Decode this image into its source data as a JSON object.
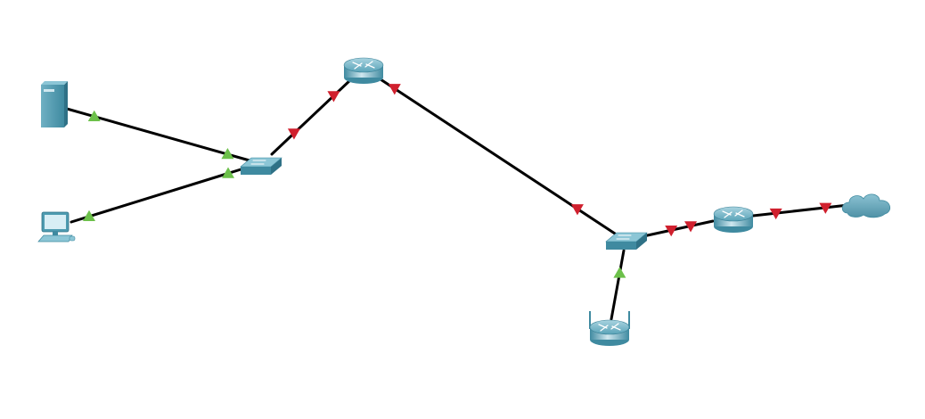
{
  "topology": {
    "devices": [
      {
        "id": "server",
        "type": "server",
        "icon": "server-icon"
      },
      {
        "id": "pc",
        "type": "pc",
        "icon": "pc-icon"
      },
      {
        "id": "switch-left",
        "type": "switch",
        "icon": "switch-icon"
      },
      {
        "id": "router-top",
        "type": "router",
        "icon": "router-icon"
      },
      {
        "id": "switch-right",
        "type": "switch",
        "icon": "switch-icon"
      },
      {
        "id": "router-right",
        "type": "router",
        "icon": "router-icon"
      },
      {
        "id": "cloud",
        "type": "cloud",
        "icon": "cloud-icon"
      },
      {
        "id": "wireless-router",
        "type": "wireless-router",
        "icon": "wireless-router-icon"
      }
    ],
    "links": [
      {
        "from": "server",
        "to": "switch-left",
        "status": [
          "up",
          "up"
        ]
      },
      {
        "from": "pc",
        "to": "switch-left",
        "status": [
          "up",
          "up"
        ]
      },
      {
        "from": "switch-left",
        "to": "router-top",
        "status": [
          "down",
          "down"
        ]
      },
      {
        "from": "router-top",
        "to": "switch-right",
        "status": [
          "down",
          "down"
        ]
      },
      {
        "from": "switch-right",
        "to": "router-right",
        "status": [
          "down",
          "down"
        ]
      },
      {
        "from": "router-right",
        "to": "cloud",
        "status": [
          "down",
          "down"
        ]
      },
      {
        "from": "switch-right",
        "to": "wireless-router",
        "status": [
          "up",
          "none"
        ]
      }
    ],
    "colors": {
      "link": "#000000",
      "link_up": "#6cc04a",
      "link_down": "#d0202e",
      "device_teal": "#4e9bb0",
      "device_dark": "#2f7186",
      "device_light": "#bfe0ea"
    }
  }
}
